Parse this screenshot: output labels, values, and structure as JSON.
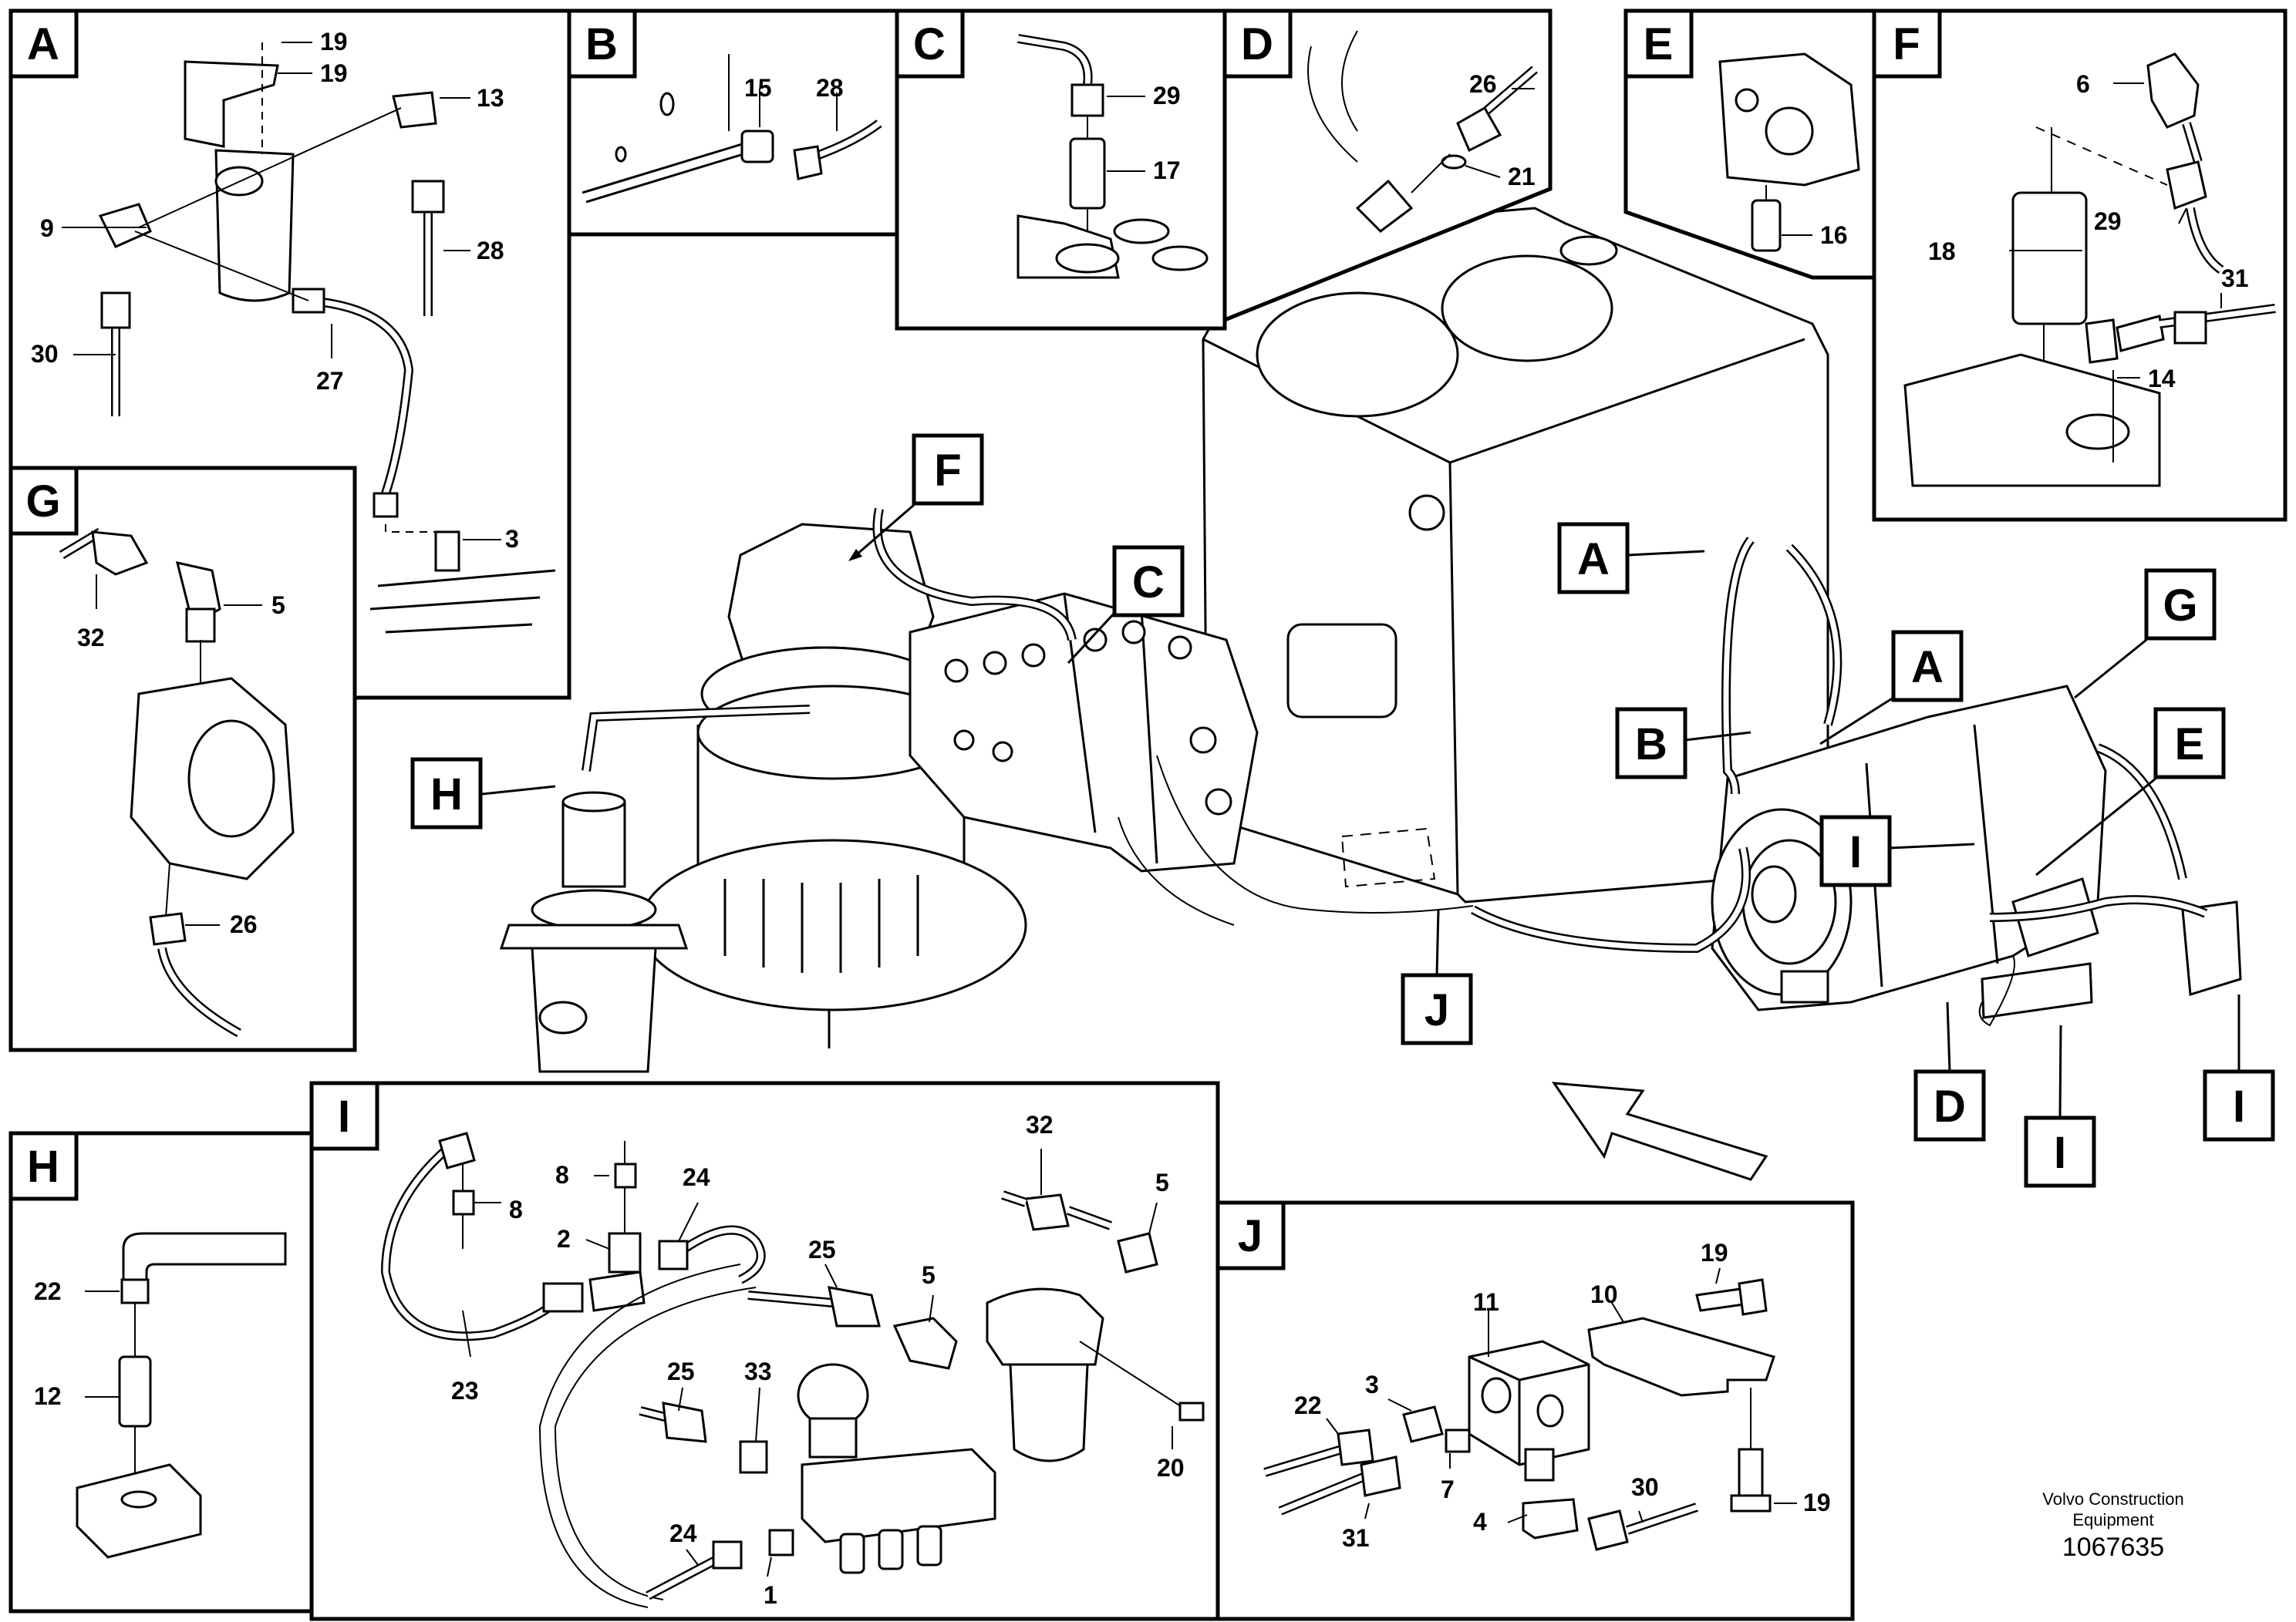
{
  "callouts": {
    "a": {
      "letter": "A",
      "n19a": "19",
      "n19b": "19",
      "n13": "13",
      "n9": "9",
      "n28": "28",
      "n30": "30",
      "n27": "27",
      "n3": "3"
    },
    "b": {
      "letter": "B",
      "n15": "15",
      "n28": "28"
    },
    "c": {
      "letter": "C",
      "n29": "29",
      "n17": "17"
    },
    "d": {
      "letter": "D",
      "n26": "26",
      "n21": "21"
    },
    "e": {
      "letter": "E",
      "n16": "16"
    },
    "f": {
      "letter": "F",
      "n6": "6",
      "n29": "29",
      "n18": "18",
      "n31": "31",
      "n14": "14"
    },
    "g": {
      "letter": "G",
      "n32": "32",
      "n5": "5",
      "n26": "26"
    },
    "h": {
      "letter": "H",
      "n22": "22",
      "n12": "12"
    },
    "i": {
      "letter": "I",
      "n32": "32",
      "n8a": "8",
      "n8b": "8",
      "n24a": "24",
      "n5": "5",
      "n2": "2",
      "n25a": "25",
      "n5b": "5",
      "n23": "23",
      "n25b": "25",
      "n33": "33",
      "n20": "20",
      "n24b": "24",
      "n1": "1"
    },
    "j": {
      "letter": "J",
      "n19a": "19",
      "n10": "10",
      "n11": "11",
      "n3": "3",
      "n22": "22",
      "n7": "7",
      "n31": "31",
      "n4": "4",
      "n30": "30",
      "n19b": "19"
    }
  },
  "main_flags": {
    "f": "F",
    "c": "C",
    "h": "H",
    "a1": "A",
    "a2": "A",
    "b": "B",
    "g": "G",
    "e": "E",
    "i1": "I",
    "j": "J",
    "d": "D",
    "i2": "I",
    "i3": "I"
  },
  "footer": {
    "company_line1": "Volvo Construction",
    "company_line2": "Equipment",
    "doc_number": "1067635"
  }
}
